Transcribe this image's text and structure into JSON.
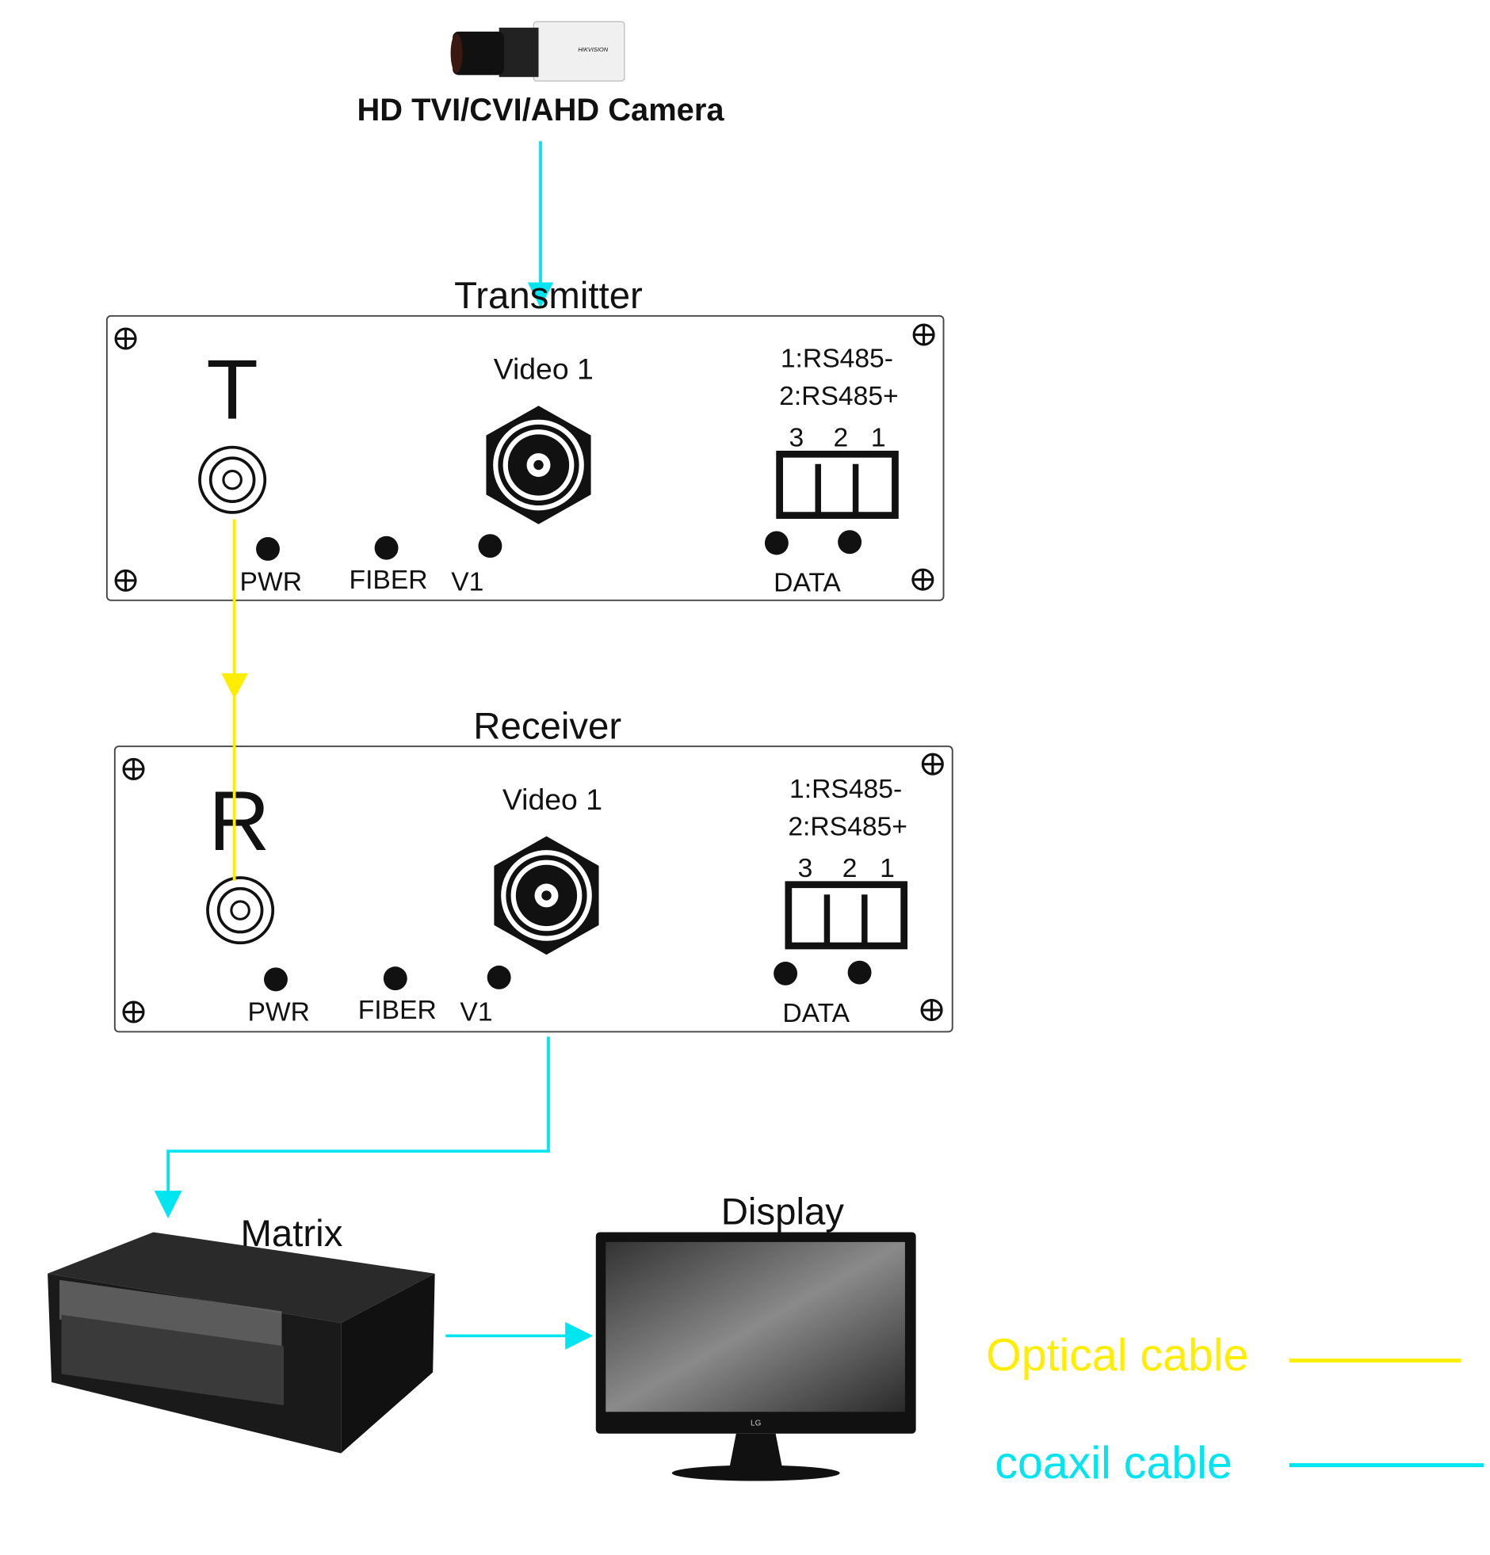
{
  "camera": {
    "label": "HD TVI/CVI/AHD Camera",
    "brand": "HIKVISION"
  },
  "transmitter": {
    "title": "Transmitter",
    "letter": "T",
    "video_label": "Video 1",
    "rs485_minus": "1:RS485-",
    "rs485_plus": "2:RS485+",
    "pins": [
      "3",
      "2",
      "1"
    ],
    "led_labels": {
      "pwr": "PWR",
      "fiber": "FIBER",
      "v1": "V1",
      "data": "DATA"
    }
  },
  "receiver": {
    "title": "Receiver",
    "letter": "R",
    "video_label": "Video 1",
    "rs485_minus": "1:RS485-",
    "rs485_plus": "2:RS485+",
    "pins": [
      "3",
      "2",
      "1"
    ],
    "led_labels": {
      "pwr": "PWR",
      "fiber": "FIBER",
      "v1": "V1",
      "data": "DATA"
    }
  },
  "matrix": {
    "label": "Matrix"
  },
  "display": {
    "label": "Display",
    "brand": "LG"
  },
  "legend": {
    "optical": "Optical cable",
    "coax": "coaxil cable"
  },
  "colors": {
    "optical": "#ffee00",
    "coax": "#00e5f0"
  }
}
